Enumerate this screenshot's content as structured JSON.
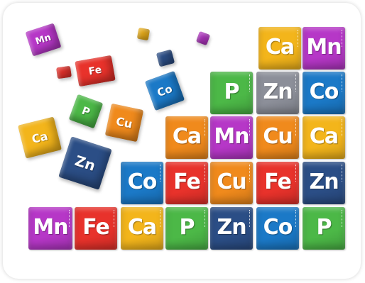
{
  "colors": {
    "red": "#e8322b",
    "orange": "#f08a1c",
    "yellow": "#f3b51b",
    "green": "#4cb847",
    "blue": "#1b79c7",
    "navy": "#2b4e86",
    "purple": "#b637c7",
    "gray": "#8c8f99"
  },
  "tiles": [
    {
      "sym": "Ca",
      "color": "yellow"
    },
    {
      "sym": "Mn",
      "color": "purple"
    },
    {
      "sym": "P",
      "color": "green"
    },
    {
      "sym": "Zn",
      "color": "gray"
    },
    {
      "sym": "Co",
      "color": "blue"
    },
    {
      "sym": "Ca",
      "color": "orange"
    },
    {
      "sym": "Mn",
      "color": "purple"
    },
    {
      "sym": "Cu",
      "color": "orange"
    },
    {
      "sym": "Ca",
      "color": "yellow"
    },
    {
      "sym": "Co",
      "color": "blue"
    },
    {
      "sym": "Fe",
      "color": "red"
    },
    {
      "sym": "Cu",
      "color": "orange"
    },
    {
      "sym": "Fe",
      "color": "red"
    },
    {
      "sym": "Zn",
      "color": "navy"
    },
    {
      "sym": "Mn",
      "color": "purple"
    },
    {
      "sym": "Fe",
      "color": "red"
    },
    {
      "sym": "Ca",
      "color": "yellow"
    },
    {
      "sym": "P",
      "color": "green"
    },
    {
      "sym": "Zn",
      "color": "navy"
    },
    {
      "sym": "Co",
      "color": "blue"
    },
    {
      "sym": "P",
      "color": "green"
    }
  ],
  "floating_cubes": [
    {
      "sym": "Mn",
      "color": "purple"
    },
    {
      "sym": "Fe",
      "color": "red"
    },
    {
      "sym": "Co",
      "color": "blue"
    },
    {
      "sym": "P",
      "color": "green"
    },
    {
      "sym": "Cu",
      "color": "orange"
    },
    {
      "sym": "Ca",
      "color": "yellow"
    },
    {
      "sym": "Zn",
      "color": "navy"
    },
    {
      "sym": "",
      "color": "red"
    },
    {
      "sym": "",
      "color": "yellow"
    },
    {
      "sym": "",
      "color": "navy"
    },
    {
      "sym": "",
      "color": "purple"
    }
  ]
}
